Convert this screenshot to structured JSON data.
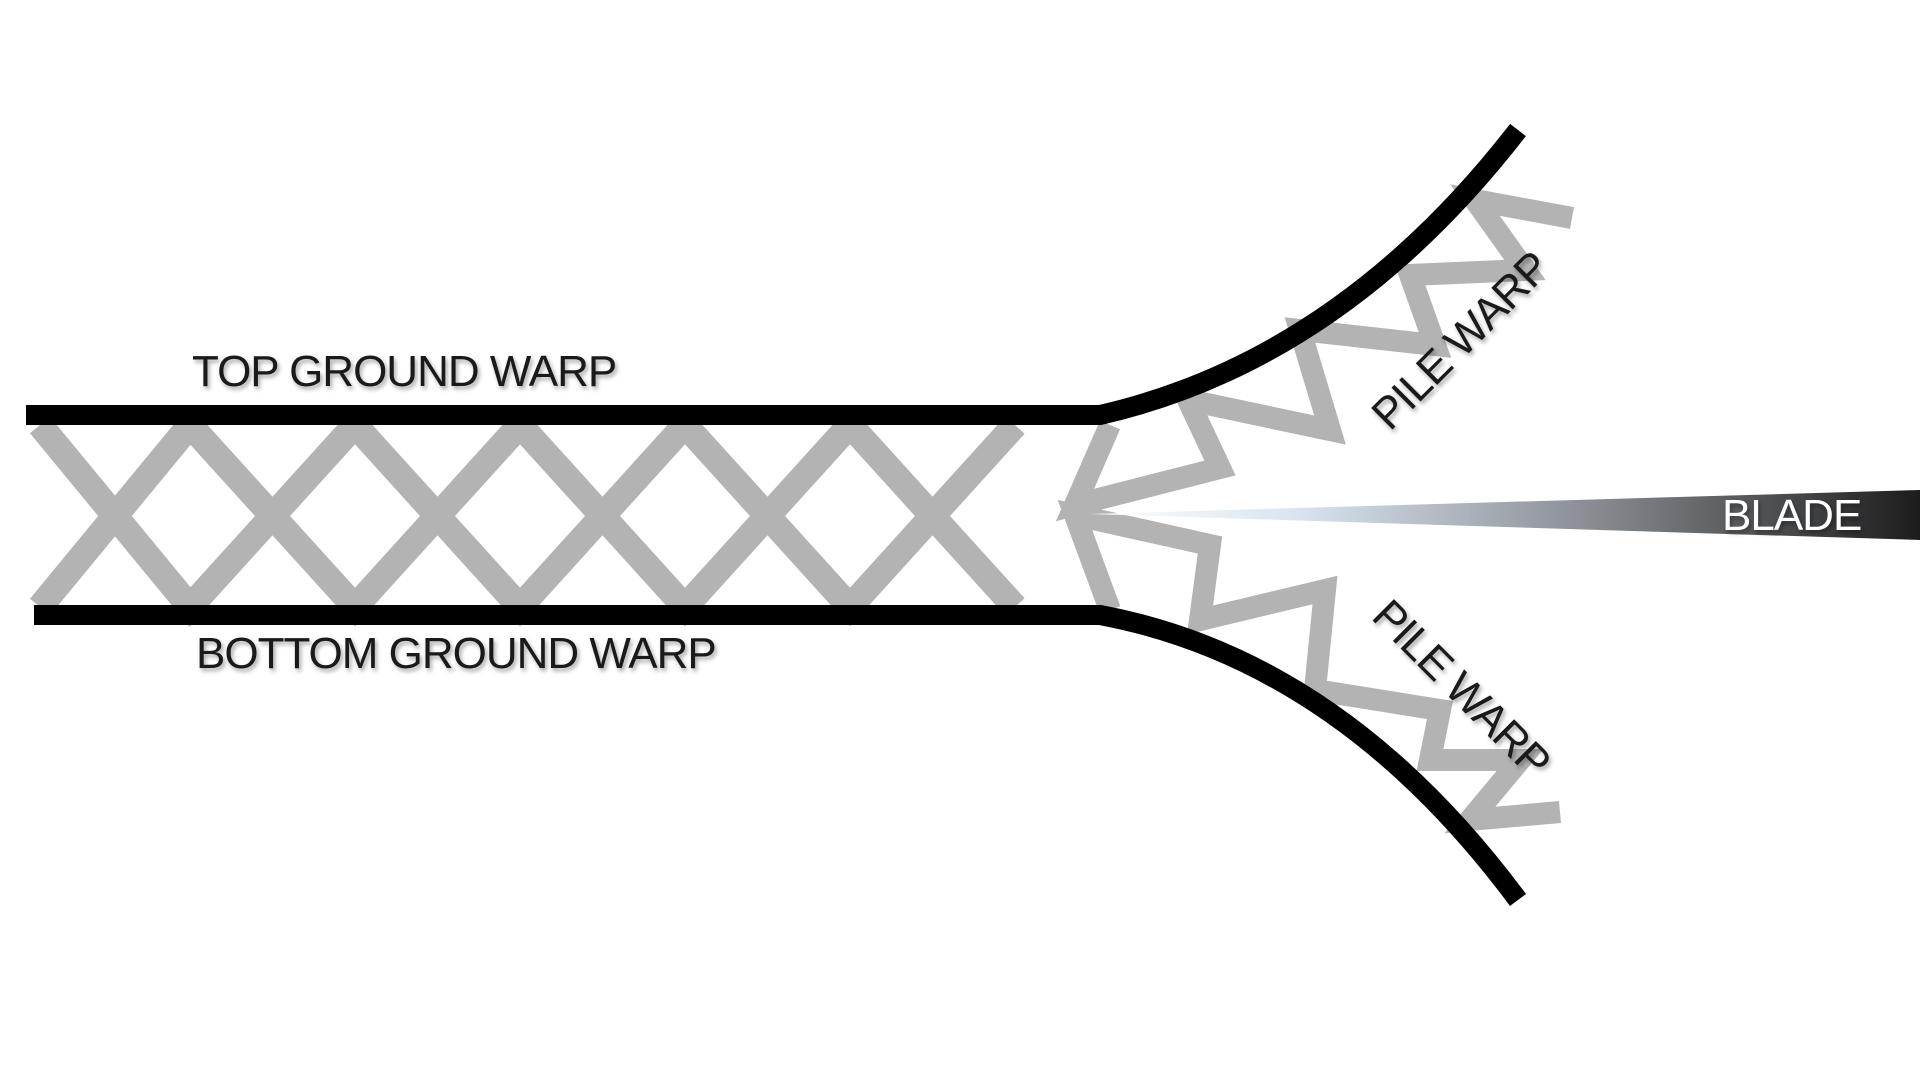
{
  "labels": {
    "top_ground_warp": "TOP GROUND WARP",
    "bottom_ground_warp": "BOTTOM GROUND WARP",
    "pile_warp_top": "PILE WARP",
    "pile_warp_bottom": "PILE WARP",
    "blade": "BLADE"
  },
  "colors": {
    "ground_warp": "#000000",
    "pile_warp": "#b3b3b3",
    "blade_dark": "#1f1f1f",
    "blade_light": "#ffffff",
    "background": "#ffffff"
  }
}
